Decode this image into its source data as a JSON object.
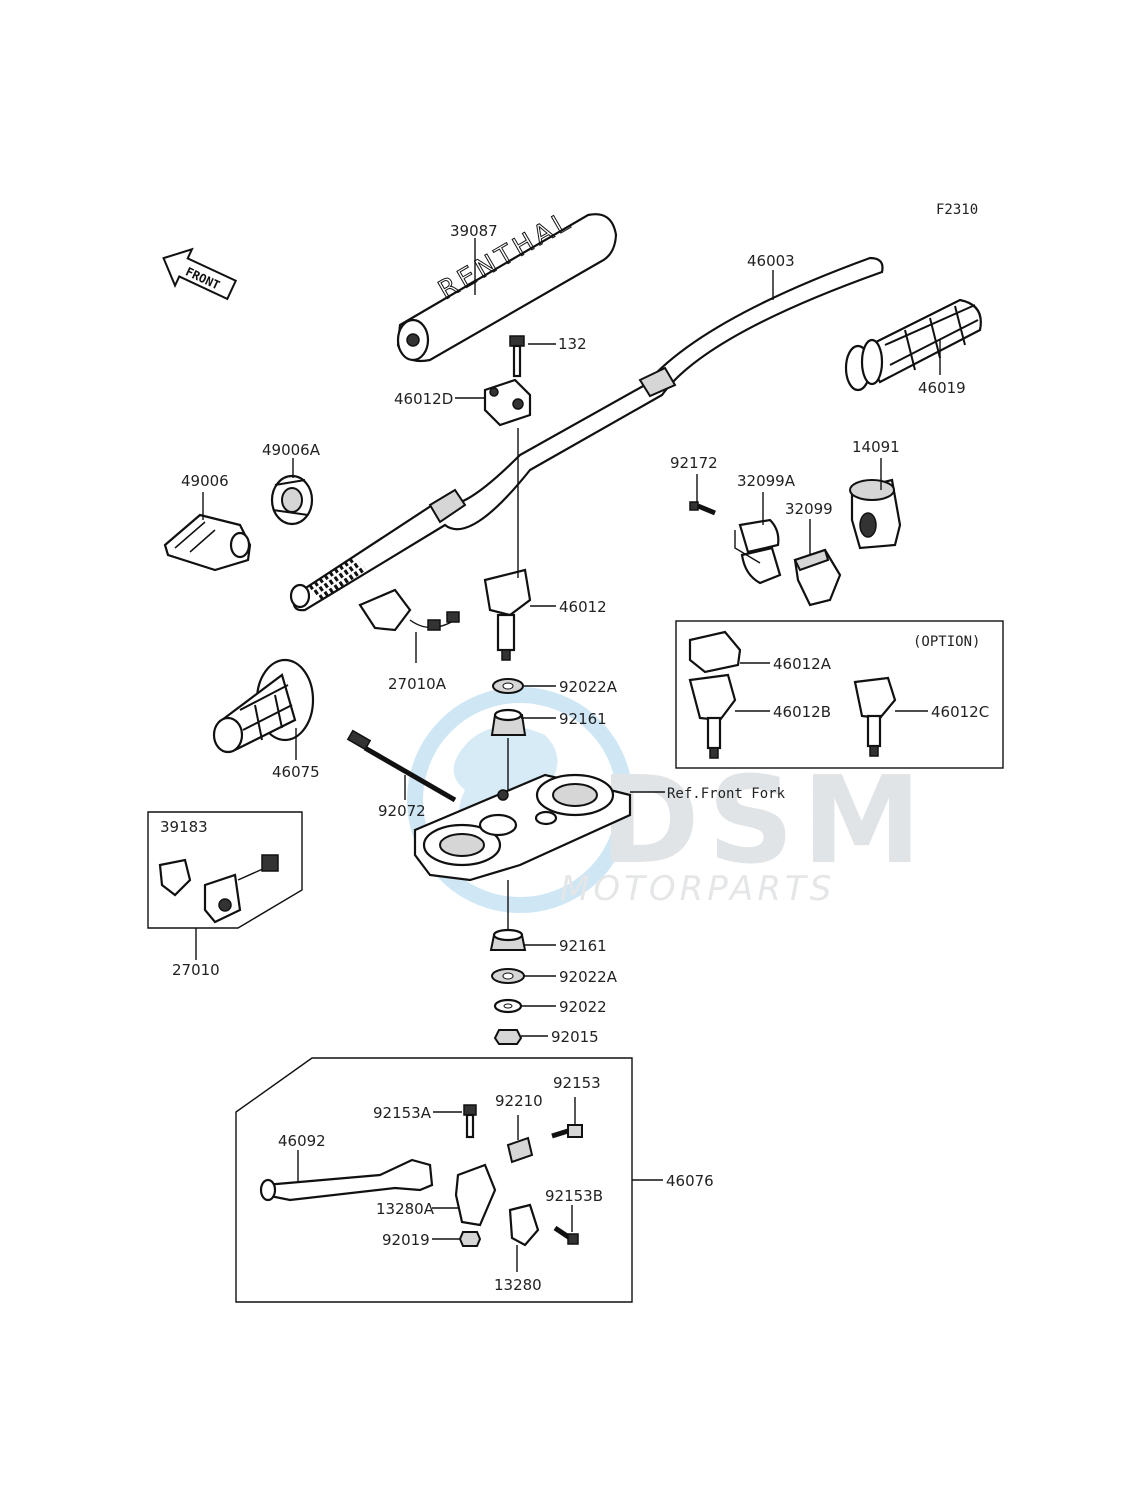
{
  "diagram": {
    "code": "F2310",
    "front_arrow": "FRONT",
    "option_label": "(OPTION)",
    "ref_label": "Ref.Front Fork",
    "grip_brand_text": "RENTHAL",
    "watermark": {
      "logo": "DSM",
      "subtitle": "MOTORPARTS"
    },
    "parts": [
      "39087",
      "46003",
      "132",
      "46012D",
      "46019",
      "49006A",
      "49006",
      "92172",
      "32099A",
      "14091",
      "32099",
      "46012",
      "27010A",
      "46012A",
      "46012B",
      "46012C",
      "92022A",
      "92161",
      "46075",
      "92072",
      "39183",
      "27010",
      "92161",
      "92022A",
      "92022",
      "92015",
      "92153",
      "92153A",
      "92210",
      "46092",
      "46076",
      "13280A",
      "92153B",
      "92019",
      "13280"
    ]
  }
}
